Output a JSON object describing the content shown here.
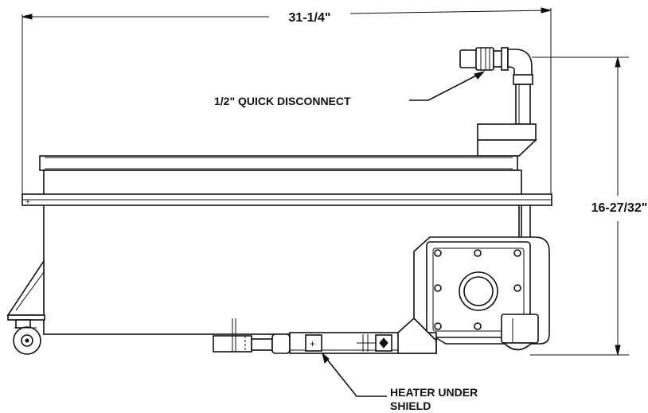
{
  "dimensions": {
    "width_label": "31-1/4\"",
    "height_label": "16-27/32\""
  },
  "callouts": {
    "quick_disconnect": "1/2\" QUICK DISCONNECT",
    "heater_line1": "HEATER UNDER",
    "heater_line2": "SHIELD"
  }
}
